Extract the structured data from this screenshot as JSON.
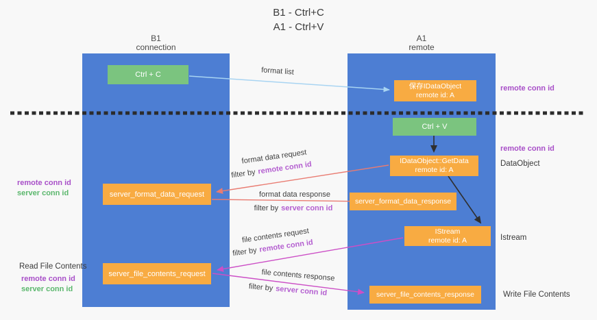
{
  "title": {
    "line1": "B1 - Ctrl+C",
    "line2": "A1 - Ctrl+V"
  },
  "columns": {
    "left": {
      "name": "B1",
      "role": "connection"
    },
    "right": {
      "name": "A1",
      "role": "remote"
    }
  },
  "nodes": {
    "ctrl_c": {
      "label": "Ctrl + C"
    },
    "save_dataobject": {
      "line1": "保存IDataObject",
      "line2": "remote id: A"
    },
    "ctrl_v": {
      "label": "Ctrl + V"
    },
    "getdata": {
      "line1": "IDataObject::GetData",
      "line2": "remote id: A"
    },
    "server_format_data_request": {
      "label": "server_format_data_request"
    },
    "server_format_data_response": {
      "label": "server_format_data_response"
    },
    "istream": {
      "line1": "IStream",
      "line2": "remote id: A"
    },
    "server_file_contents_request": {
      "label": "server_file_contents_request"
    },
    "server_file_contents_response": {
      "label": "server_file_contents_response"
    }
  },
  "edge_labels": {
    "format_list": "format list",
    "format_data_request": "format data request",
    "format_data_response": "format data response",
    "file_contents_request": "file contents request",
    "file_contents_response": "file contents response",
    "filter_by": "filter by",
    "remote_conn_id": "remote conn id",
    "server_conn_id": "server conn id"
  },
  "side_labels": {
    "remote_conn_id": "remote conn id",
    "server_conn_id": "server conn id",
    "dataobject": "DataObject",
    "istream": "Istream",
    "read_file_contents": "Read File Contents",
    "write_file_contents": "Write File Contents"
  },
  "colors": {
    "lane_blue": "#4d7ed3",
    "green_box": "#7bc47f",
    "orange_box": "#f8ab42",
    "arrow_light_blue": "#a8d4f2",
    "arrow_red": "#e97c72",
    "arrow_magenta": "#cc4fc6",
    "arrow_black": "#2f2f2f",
    "purple_text": "#a84fc8",
    "green_text": "#5bb76d",
    "background": "#f8f8f8"
  }
}
